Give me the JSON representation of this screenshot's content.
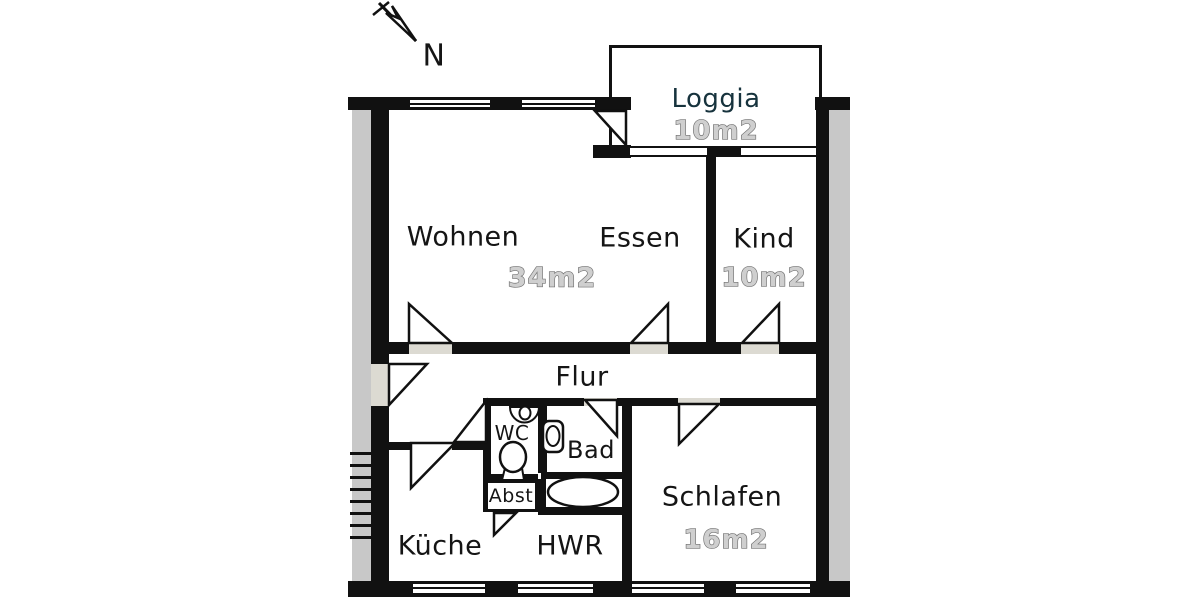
{
  "compass": {
    "label": "N"
  },
  "rooms": [
    {
      "id": "wohnen",
      "name": "Wohnen",
      "area": "34m2"
    },
    {
      "id": "essen",
      "name": "Essen",
      "area": ""
    },
    {
      "id": "kind",
      "name": "Kind",
      "area": "10m2"
    },
    {
      "id": "loggia",
      "name": "Loggia",
      "area": "10m2"
    },
    {
      "id": "flur",
      "name": "Flur",
      "area": ""
    },
    {
      "id": "wc",
      "name": "WC",
      "area": ""
    },
    {
      "id": "bad",
      "name": "Bad",
      "area": ""
    },
    {
      "id": "abst",
      "name": "Abst",
      "area": ""
    },
    {
      "id": "kueche",
      "name": "Küche",
      "area": ""
    },
    {
      "id": "hwr",
      "name": "HWR",
      "area": ""
    },
    {
      "id": "schlafen",
      "name": "Schlafen",
      "area": "16m2"
    }
  ],
  "colors": {
    "wall": "#111111",
    "adjacent": "#c8c8c8",
    "threshold": "#dcdad2",
    "loggia_text": "#17333d",
    "area_fill": "#cfcfcf",
    "area_stroke": "#6f6f6f"
  }
}
